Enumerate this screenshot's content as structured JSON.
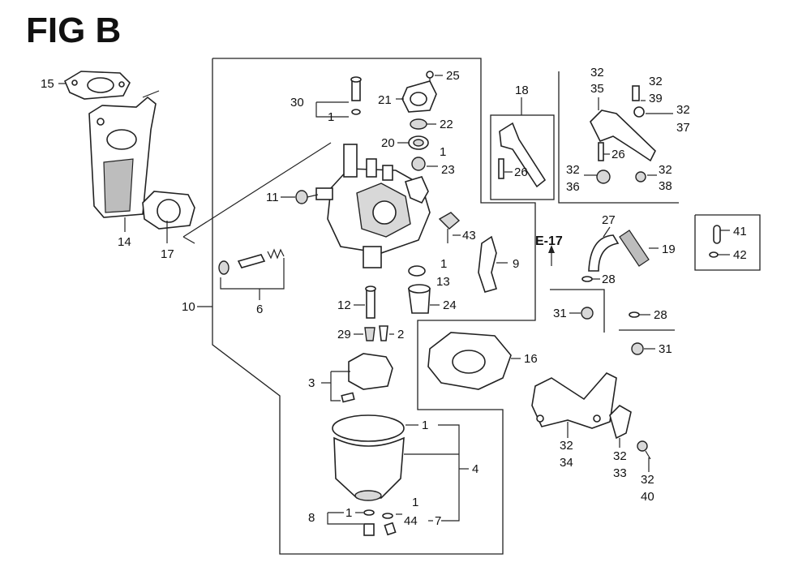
{
  "figure": {
    "title": "FIG B",
    "reference": "E-17"
  },
  "callouts": [
    {
      "id": "c15",
      "text": "15"
    },
    {
      "id": "c14",
      "text": "14"
    },
    {
      "id": "c17",
      "text": "17"
    },
    {
      "id": "c10",
      "text": "10"
    },
    {
      "id": "c30",
      "text": "30"
    },
    {
      "id": "c1a",
      "text": "1"
    },
    {
      "id": "c25",
      "text": "25"
    },
    {
      "id": "c21",
      "text": "21"
    },
    {
      "id": "c22",
      "text": "22"
    },
    {
      "id": "c20",
      "text": "20"
    },
    {
      "id": "c1b",
      "text": "1"
    },
    {
      "id": "c23",
      "text": "23"
    },
    {
      "id": "c11",
      "text": "11"
    },
    {
      "id": "c6",
      "text": "6"
    },
    {
      "id": "c43",
      "text": "43"
    },
    {
      "id": "c1c",
      "text": "1"
    },
    {
      "id": "c13",
      "text": "13"
    },
    {
      "id": "c9",
      "text": "9"
    },
    {
      "id": "c12",
      "text": "12"
    },
    {
      "id": "c24",
      "text": "24"
    },
    {
      "id": "c29",
      "text": "29"
    },
    {
      "id": "c2",
      "text": "2"
    },
    {
      "id": "c16",
      "text": "16"
    },
    {
      "id": "c3",
      "text": "3"
    },
    {
      "id": "c1d",
      "text": "1"
    },
    {
      "id": "c4",
      "text": "4"
    },
    {
      "id": "c8",
      "text": "8"
    },
    {
      "id": "c1e",
      "text": "1"
    },
    {
      "id": "c1f",
      "text": "1"
    },
    {
      "id": "c44",
      "text": "44"
    },
    {
      "id": "c7",
      "text": "7"
    },
    {
      "id": "c18",
      "text": "18"
    },
    {
      "id": "c26a",
      "text": "26"
    },
    {
      "id": "c32a",
      "text": "32"
    },
    {
      "id": "c35",
      "text": "35"
    },
    {
      "id": "c32b",
      "text": "32"
    },
    {
      "id": "c39",
      "text": "39"
    },
    {
      "id": "c32c",
      "text": "32"
    },
    {
      "id": "c37",
      "text": "37"
    },
    {
      "id": "c26b",
      "text": "26"
    },
    {
      "id": "c32d",
      "text": "32"
    },
    {
      "id": "c36",
      "text": "36"
    },
    {
      "id": "c32e",
      "text": "32"
    },
    {
      "id": "c38",
      "text": "38"
    },
    {
      "id": "c27",
      "text": "27"
    },
    {
      "id": "c19",
      "text": "19"
    },
    {
      "id": "c28a",
      "text": "28"
    },
    {
      "id": "c31a",
      "text": "31"
    },
    {
      "id": "c28b",
      "text": "28"
    },
    {
      "id": "c31b",
      "text": "31"
    },
    {
      "id": "c41",
      "text": "41"
    },
    {
      "id": "c42",
      "text": "42"
    },
    {
      "id": "c32f",
      "text": "32"
    },
    {
      "id": "c34",
      "text": "34"
    },
    {
      "id": "c32g",
      "text": "32"
    },
    {
      "id": "c33",
      "text": "33"
    },
    {
      "id": "c32h",
      "text": "32"
    },
    {
      "id": "c40",
      "text": "40"
    }
  ]
}
